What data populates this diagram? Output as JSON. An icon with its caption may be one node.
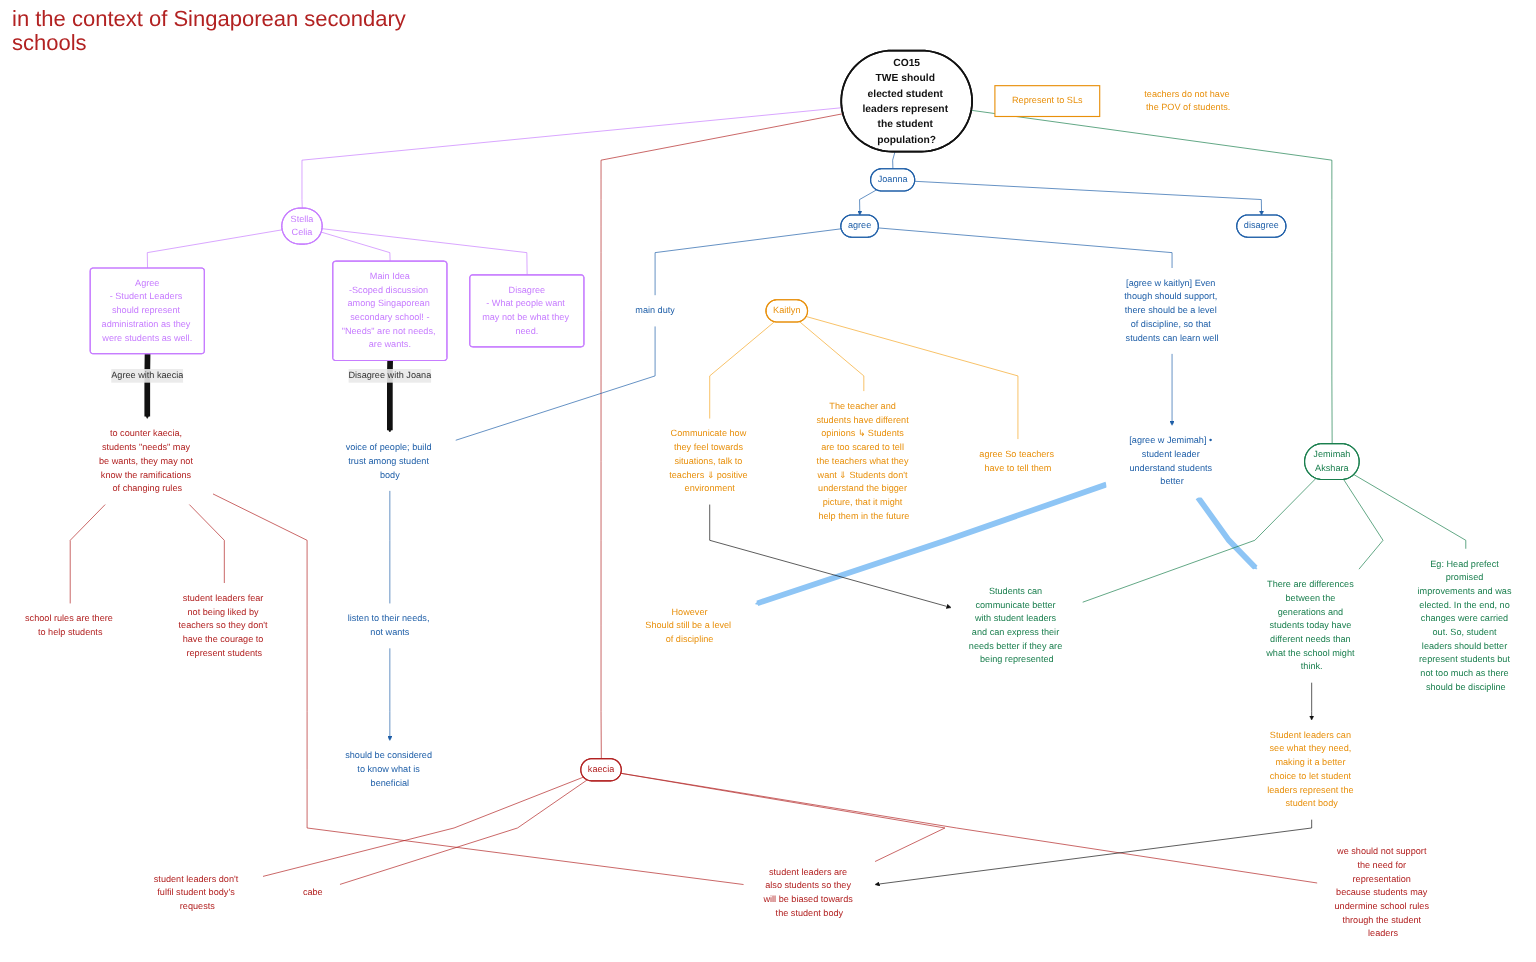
{
  "diagram": {
    "nodes": [
      {
        "text": [
          "CO15",
          "TWE should elected student leaders represent the student population?"
        ]
      },
      {
        "text": [
          "Stella",
          "Celia"
        ]
      },
      {
        "text": [
          "Main Idea",
          "-Scoped discussion among Singaporean secondary school! -\"Needs\" are not needs, are wants."
        ]
      },
      {
        "text": [
          "Agree",
          "- Student Leaders should represent administration as they were students as well."
        ]
      },
      {
        "text": [
          "Disagree",
          "- What people want may not be what they need."
        ]
      },
      {
        "text": [
          "kaecia"
        ]
      },
      {
        "text": [
          "student leaders don't fulfil student body's requests"
        ]
      },
      {
        "text": [
          "cabe"
        ]
      },
      {
        "text": [
          "student leaders are also students so they will be biased towards the student body"
        ]
      },
      {
        "text": [
          "we should not support the need for representation because students may undermine school rules through the student leaders"
        ]
      },
      {
        "text": [
          "to counter kaecia, students \"needs\" may be wants, they may not know the ramifications of changing rules"
        ]
      },
      {
        "text": [
          "school rules are there to help students"
        ]
      },
      {
        "text": [
          "student leaders fear not being liked by teachers so they don't have the courage to represent students"
        ]
      },
      {
        "text": [
          "Joanna"
        ]
      },
      {
        "text": [
          "agree"
        ]
      },
      {
        "text": [
          "disagree"
        ]
      },
      {
        "text": [
          "main duty"
        ]
      },
      {
        "text": [
          "voice of people; build trust among student body"
        ]
      },
      {
        "text": [
          "listen to their needs, not wants"
        ]
      },
      {
        "text": [
          "should be considered to know what is beneficial"
        ]
      },
      {
        "text": [
          "[agree w kaitlyn] Even though should support, there should be a level of discipline, so that students can learn well"
        ]
      },
      {
        "text": [
          "[agree w Jemimah] • student leader understand students better"
        ]
      },
      {
        "text": [
          "Kaitlyn"
        ]
      },
      {
        "text": [
          "Represent to SLs"
        ]
      },
      {
        "text": [
          "Communicate how they feel towards situations, talk to teachers ⇓ positive environment"
        ]
      },
      {
        "text": [
          "However",
          "Should still be a level of discipline"
        ]
      },
      {
        "text": [
          "The teacher and students have different opinions ↳ Students are too scared to tell the teachers what they want ⇓ Students don't understand the bigger picture, that it might help them in the future"
        ]
      },
      {
        "text": [
          "agree So teachers have to tell them"
        ]
      },
      {
        "text": [
          "teachers do not have the POV of students."
        ]
      },
      {
        "text": [
          "Student leaders can see what they need, making it a better choice to let student leaders represent the student body"
        ]
      },
      {
        "text": [
          "Jemimah",
          "Akshara"
        ]
      },
      {
        "text": [
          "Students can communicate better with student leaders and can express their needs better if they are being represented"
        ]
      },
      {
        "text": [
          "Eg: Head prefect promised improvements and was elected. In the end, no changes were carried out. So, student leaders should better represent students but not too much as there should be discipline"
        ]
      },
      {
        "text": [
          "There are differences between the generations and students today have different needs than what the school might think."
        ]
      }
    ],
    "edges": [
      {
        "from": 0,
        "to": 1,
        "arrow": "none",
        "color": "#c77dff"
      },
      {
        "from": 1,
        "to": 3,
        "arrow": "none",
        "color": "#c77dff"
      },
      {
        "from": 1,
        "to": 2,
        "arrow": "none",
        "color": "#c77dff"
      },
      {
        "from": 1,
        "to": 4,
        "arrow": "none",
        "color": "#c77dff"
      },
      {
        "from": 3,
        "to": 10,
        "arrow": "to",
        "label": "Agree with kaecia",
        "style": "thick",
        "color": "#111111"
      },
      {
        "from": 2,
        "to": 17,
        "arrow": "to",
        "label": "Disagree with Joana",
        "style": "thick",
        "color": "#111111"
      },
      {
        "from": 0,
        "to": 5,
        "arrow": "none",
        "color": "#b22222"
      },
      {
        "from": 5,
        "to": 6,
        "arrow": "none",
        "color": "#b22222"
      },
      {
        "from": 5,
        "to": 7,
        "arrow": "none",
        "color": "#b22222"
      },
      {
        "from": 5,
        "to": 8,
        "arrow": "none",
        "color": "#b22222"
      },
      {
        "from": 5,
        "to": 9,
        "arrow": "none",
        "color": "#b22222"
      },
      {
        "from": 10,
        "to": 11,
        "arrow": "none",
        "color": "#b22222"
      },
      {
        "from": 10,
        "to": 12,
        "arrow": "none",
        "color": "#b22222"
      },
      {
        "from": 10,
        "to": 8,
        "arrow": "none",
        "color": "#b22222"
      },
      {
        "from": 29,
        "to": 8,
        "arrow": "to",
        "color": "#111111"
      },
      {
        "from": 0,
        "to": 13,
        "arrow": "none",
        "color": "#1f5fa8"
      },
      {
        "from": 13,
        "to": 14,
        "arrow": "to",
        "color": "#1f5fa8"
      },
      {
        "from": 13,
        "to": 15,
        "arrow": "to",
        "color": "#1f5fa8"
      },
      {
        "from": 14,
        "to": 16,
        "arrow": "none",
        "color": "#1f5fa8"
      },
      {
        "from": 16,
        "to": 17,
        "arrow": "none",
        "color": "#1f5fa8"
      },
      {
        "from": 17,
        "to": 18,
        "arrow": "none",
        "color": "#1f5fa8"
      },
      {
        "from": 18,
        "to": 19,
        "arrow": "to",
        "color": "#1f5fa8"
      },
      {
        "from": 14,
        "to": 20,
        "arrow": "none",
        "color": "#1f5fa8"
      },
      {
        "from": 20,
        "to": 21,
        "arrow": "to",
        "color": "#1f5fa8"
      },
      {
        "from": 21,
        "to": 25,
        "arrow": "to",
        "style": "thick",
        "color": "#8ec5f5"
      },
      {
        "from": 21,
        "to": 33,
        "arrow": "to",
        "style": "thick",
        "color": "#8ec5f5"
      },
      {
        "from": 22,
        "to": 24,
        "arrow": "none",
        "color": "#f5a623"
      },
      {
        "from": 22,
        "to": 26,
        "arrow": "none",
        "color": "#f5a623"
      },
      {
        "from": 22,
        "to": 27,
        "arrow": "none",
        "color": "#f5a623"
      },
      {
        "from": 24,
        "to": 31,
        "arrow": "to",
        "color": "#111111"
      },
      {
        "from": 33,
        "to": 29,
        "arrow": "to",
        "color": "#111111"
      },
      {
        "from": 0,
        "to": 30,
        "arrow": "none",
        "color": "#1a7f4e"
      },
      {
        "from": 30,
        "to": 31,
        "arrow": "none",
        "color": "#1a7f4e"
      },
      {
        "from": 30,
        "to": 33,
        "arrow": "none",
        "color": "#1a7f4e"
      },
      {
        "from": 30,
        "to": 32,
        "arrow": "none",
        "color": "#1a7f4e"
      }
    ],
    "labels": [
      "in the context of Singaporean secondary schools"
    ]
  }
}
